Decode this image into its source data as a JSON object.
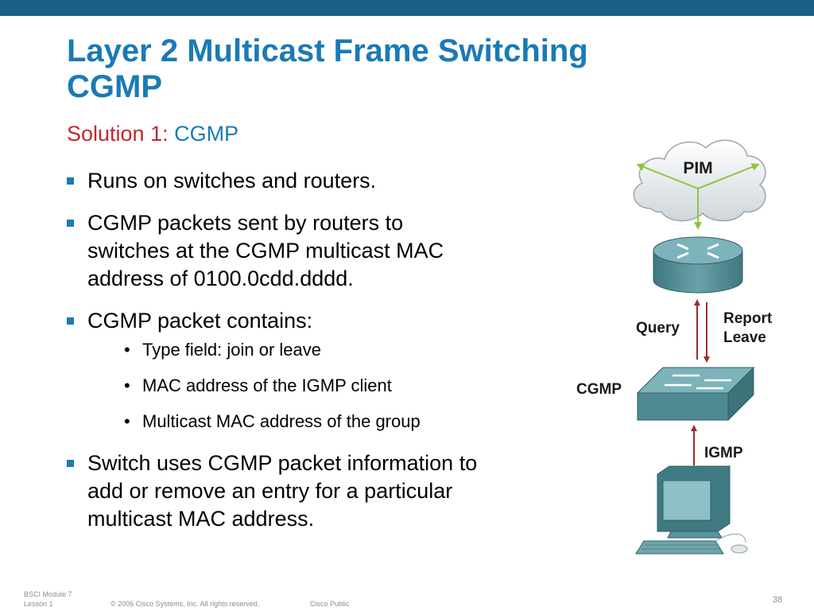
{
  "slide": {
    "title_line1": "Layer 2 Multicast Frame Switching",
    "title_line2": "CGMP",
    "subtitle_lead": "Solution 1:",
    "subtitle_topic": "CGMP"
  },
  "bullets": [
    {
      "lines": [
        "Runs on switches and routers."
      ]
    },
    {
      "lines": [
        "CGMP packets sent by routers to",
        "switches at the CGMP multicast MAC",
        "address of 0100.0cdd.dddd."
      ]
    },
    {
      "lines": [
        "CGMP packet contains:"
      ]
    },
    {
      "lines": [
        "Switch uses CGMP packet information to",
        "add or remove an entry for a particular",
        "multicast MAC address."
      ]
    }
  ],
  "sub_bullets": [
    "Type field: join or leave",
    "MAC address of the IGMP client",
    "Multicast MAC address of the group"
  ],
  "diagram": {
    "cloud_label": "PIM",
    "query_label": "Query",
    "report_label": "Report",
    "leave_label": "Leave",
    "cgmp_label": "CGMP",
    "igmp_label": "IGMP"
  },
  "footer": {
    "module_line1": "BSCI Module 7",
    "module_line2": "Lesson 1",
    "copyright": "© 2006 Cisco Systems, Inc. All rights reserved.",
    "classification": "Cisco Public",
    "page_number": "38"
  },
  "colors": {
    "top_bar": "#1b5e86",
    "title": "#1a7ab6",
    "subtitle_lead": "#c0282e",
    "bullet_square": "#1a7ab6",
    "arrow_red": "#9b2a2e",
    "arrow_green": "#8cc63f",
    "device_teal": "#4f8a92"
  }
}
